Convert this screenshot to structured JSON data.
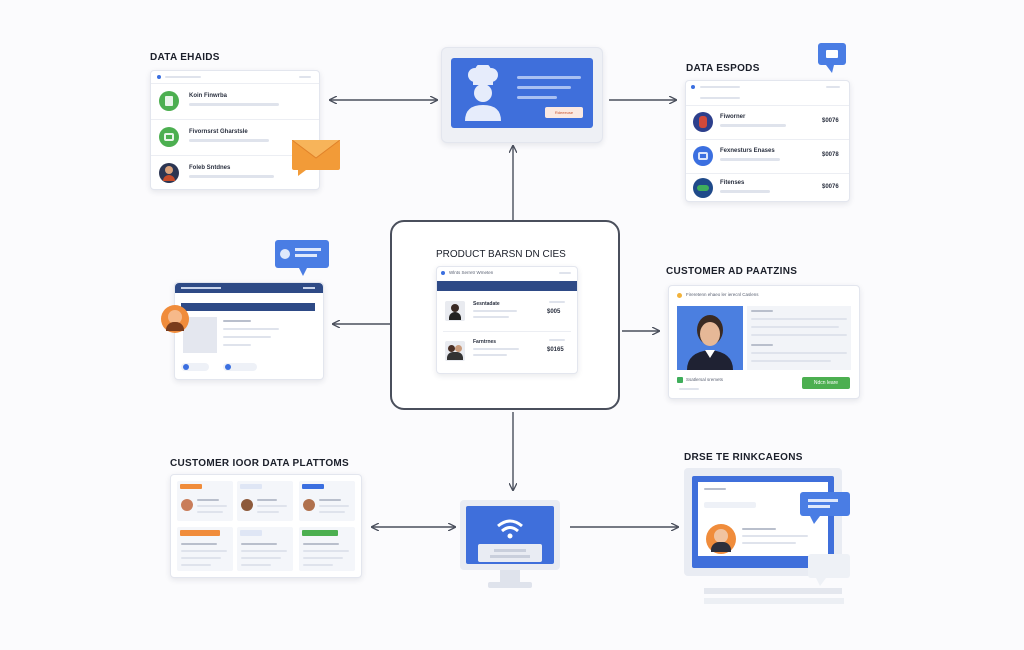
{
  "titles": {
    "data_ehaids": "DATA EHAIDS",
    "data_espods": "DATA ESPODS",
    "product": "PRODUCT BARSN DN CIES",
    "customer_ad": "CUSTOMER AD PAATZINS",
    "customer_platforms": "CUSTOMER IOOR DATA PLATTOMS",
    "drese": "DRSE TE RINKCAEONS"
  },
  "left_top_card": {
    "rows": [
      {
        "name": "Koin Finwrba"
      },
      {
        "name": "Fivornsrst Gharstsle"
      },
      {
        "name": "Foleb Sntdnes"
      }
    ]
  },
  "right_top_card": {
    "rows": [
      {
        "name": "Fiworner",
        "price": "$0076"
      },
      {
        "name": "Fexnesturs Enases",
        "price": "$0078"
      },
      {
        "name": "Fitenses",
        "price": "$0076"
      }
    ]
  },
  "hero": {
    "button_label": "Rdeeeuse"
  },
  "product_card": {
    "header": "Wlnts  Serretr Wmeten",
    "rows": [
      {
        "name": "Sesntadate",
        "price": "$005"
      },
      {
        "name": "Farntrnes",
        "price": "$0165"
      }
    ]
  },
  "customer_profile": {
    "header": "Fireretenn ehaeo ler ierecnl Caslens",
    "link": "Ssatlersal sremets",
    "button_label": "Ndcn leare"
  },
  "colors": {
    "accent_blue": "#3b6fe0",
    "dark_navy": "#2e4a86",
    "green": "#4caf50",
    "orange": "#f08c3b",
    "connector": "#4a4f5c"
  }
}
